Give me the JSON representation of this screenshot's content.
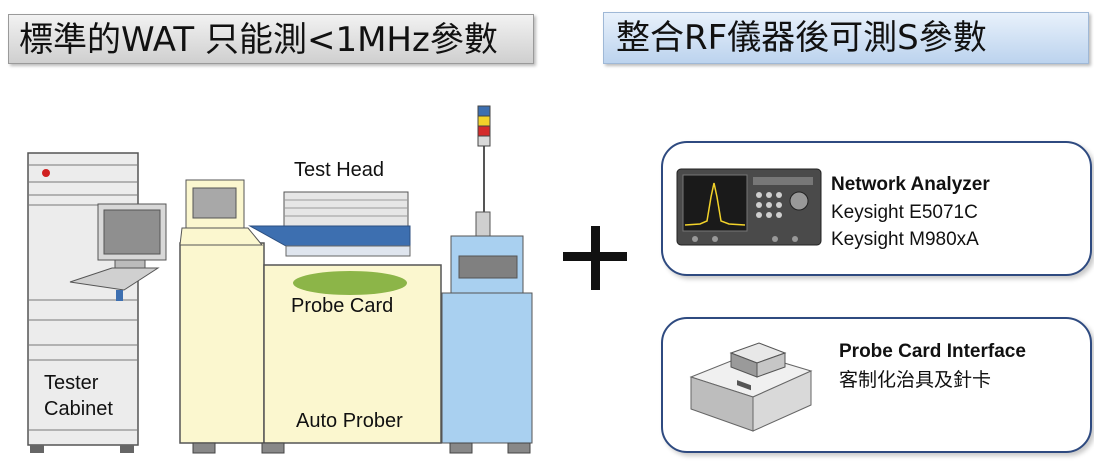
{
  "titles": {
    "left": "標準的WAT 只能測<1MHz參數",
    "right": "整合RF儀器後可測S參數"
  },
  "equipment_labels": {
    "test_head": "Test Head",
    "probe_card": "Probe Card",
    "tester_line1": "Tester",
    "tester_line2": "Cabinet",
    "auto_prober": "Auto Prober"
  },
  "plus_symbol": "+",
  "network_analyzer": {
    "title": "Network Analyzer",
    "line1": "Keysight E5071C",
    "line2": "Keysight M980xA"
  },
  "probe_card_interface": {
    "title": "Probe Card Interface",
    "subtitle": "客制化治具及針卡"
  },
  "colors": {
    "prober_body": "#fbf7cf",
    "blue_unit": "#a9d0f0",
    "test_head_arm": "#3d6fb0",
    "probe_card": "#8cb548",
    "panel_border": "#2e4a80"
  }
}
